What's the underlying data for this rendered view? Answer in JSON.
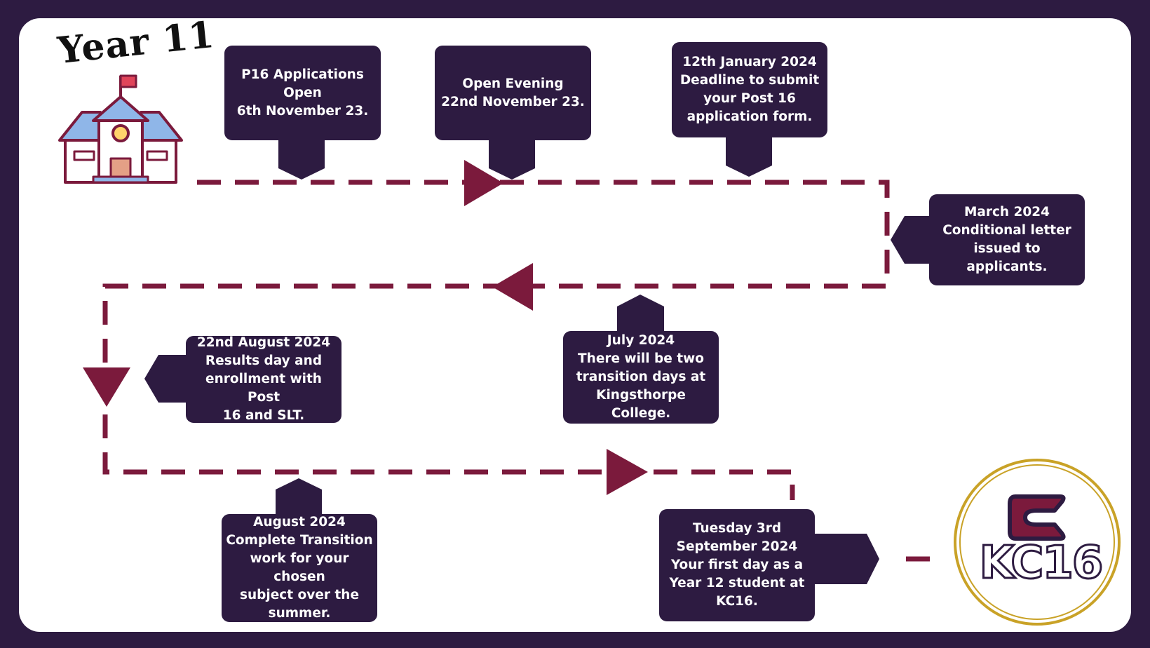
{
  "title": "Year 11",
  "colors": {
    "navy": "#2d1b41",
    "maroon": "#7b1a3c",
    "gold": "#c9a227",
    "white": "#ffffff"
  },
  "steps": [
    {
      "id": "p16-open",
      "text": "P16 Applications\nOpen\n6th November 23."
    },
    {
      "id": "open-evening",
      "text": "Open Evening\n22nd November 23."
    },
    {
      "id": "deadline",
      "text": "12th January 2024\nDeadline to submit\nyour Post 16\napplication form."
    },
    {
      "id": "march",
      "text": "March 2024\nConditional letter\nissued to applicants."
    },
    {
      "id": "july",
      "text": "July 2024\nThere will be two\ntransition days at\nKingsthorpe College."
    },
    {
      "id": "results",
      "text": "22nd August 2024\nResults day and\nenrollment with Post\n16 and SLT."
    },
    {
      "id": "aug-transition",
      "text": "August 2024\nComplete Transition\nwork for your chosen\nsubject over the\nsummer."
    },
    {
      "id": "first-day",
      "text": "Tuesday 3rd\nSeptember 2024\nYour first day as a\nYear 12 student at\nKC16."
    }
  ],
  "logo": {
    "text": "KC16",
    "icon": "kc16-logo"
  },
  "icons": {
    "school": "school-building-icon"
  }
}
